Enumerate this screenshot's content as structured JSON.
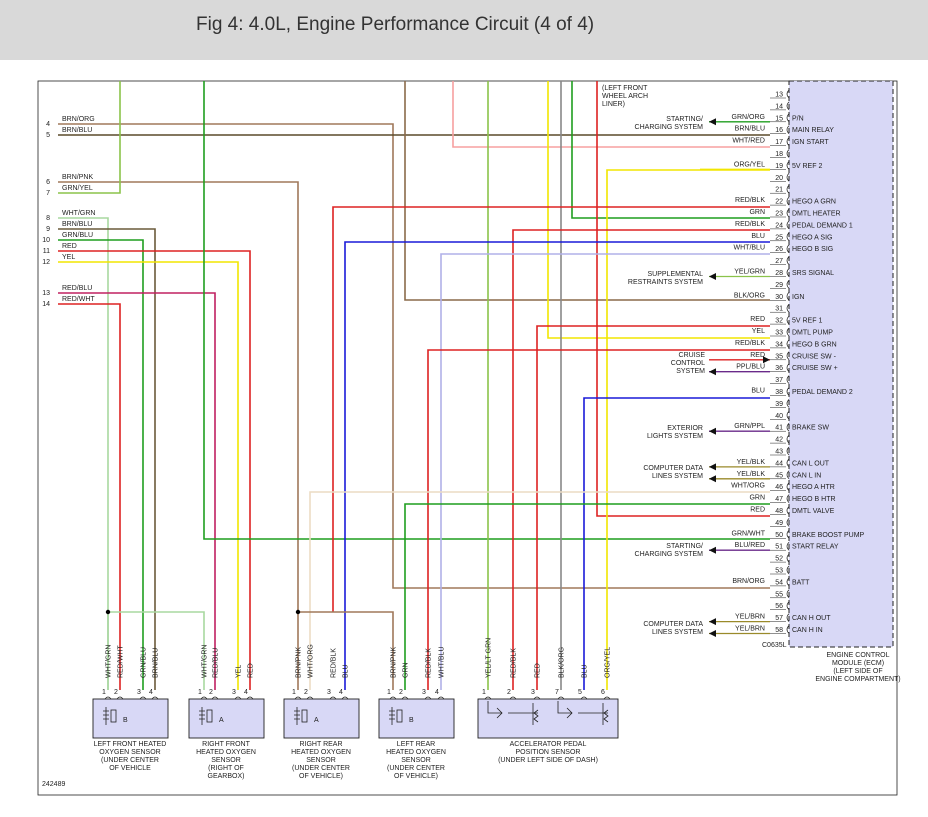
{
  "title": "Fig 4: 4.0L, Engine Performance Circuit (4 of 4)",
  "figure_id": "242489",
  "ecm": {
    "connector_id": "C0635L",
    "labels": [
      "ENGINE CONTROL",
      "MODULE (ECM)",
      "(LEFT SIDE OF",
      "ENGINE COMPARTMENT)"
    ],
    "pins": [
      {
        "num": "13",
        "color": "",
        "func": ""
      },
      {
        "num": "14",
        "color": "",
        "func": ""
      },
      {
        "num": "15",
        "color": "GRN/ORG",
        "func": "P/N"
      },
      {
        "num": "16",
        "color": "BRN/BLU",
        "func": "MAIN RELAY"
      },
      {
        "num": "17",
        "color": "WHT/RED",
        "func": "IGN START"
      },
      {
        "num": "18",
        "color": "",
        "func": ""
      },
      {
        "num": "19",
        "color": "ORG/YEL",
        "func": "5V REF 2"
      },
      {
        "num": "20",
        "color": "",
        "func": ""
      },
      {
        "num": "21",
        "color": "",
        "func": ""
      },
      {
        "num": "22",
        "color": "RED/BLK",
        "func": "HEGO A GRN"
      },
      {
        "num": "23",
        "color": "GRN",
        "func": "DMTL HEATER"
      },
      {
        "num": "24",
        "color": "RED/BLK",
        "func": "PEDAL DEMAND 1"
      },
      {
        "num": "25",
        "color": "BLU",
        "func": "HEGO A SIG"
      },
      {
        "num": "26",
        "color": "WHT/BLU",
        "func": "HEGO B SIG"
      },
      {
        "num": "27",
        "color": "",
        "func": ""
      },
      {
        "num": "28",
        "color": "YEL/GRN",
        "func": "SRS SIGNAL"
      },
      {
        "num": "29",
        "color": "",
        "func": ""
      },
      {
        "num": "30",
        "color": "BLK/ORG",
        "func": "IGN"
      },
      {
        "num": "31",
        "color": "",
        "func": ""
      },
      {
        "num": "32",
        "color": "RED",
        "func": "5V REF 1"
      },
      {
        "num": "33",
        "color": "YEL",
        "func": "DMTL PUMP"
      },
      {
        "num": "34",
        "color": "RED/BLK",
        "func": "HEGO B GRN"
      },
      {
        "num": "35",
        "color": "RED",
        "func": "CRUISE SW -"
      },
      {
        "num": "36",
        "color": "PPL/BLU",
        "func": "CRUISE SW +"
      },
      {
        "num": "37",
        "color": "",
        "func": ""
      },
      {
        "num": "38",
        "color": "BLU",
        "func": "PEDAL DEMAND 2"
      },
      {
        "num": "39",
        "color": "",
        "func": ""
      },
      {
        "num": "40",
        "color": "",
        "func": ""
      },
      {
        "num": "41",
        "color": "GRN/PPL",
        "func": "BRAKE SW"
      },
      {
        "num": "42",
        "color": "",
        "func": ""
      },
      {
        "num": "43",
        "color": "",
        "func": ""
      },
      {
        "num": "44",
        "color": "YEL/BLK",
        "func": "CAN L OUT"
      },
      {
        "num": "45",
        "color": "YEL/BLK",
        "func": "CAN L IN"
      },
      {
        "num": "46",
        "color": "WHT/ORG",
        "func": "HEGO A HTR"
      },
      {
        "num": "47",
        "color": "GRN",
        "func": "HEGO B HTR"
      },
      {
        "num": "48",
        "color": "RED",
        "func": "DMTL VALVE"
      },
      {
        "num": "49",
        "color": "",
        "func": ""
      },
      {
        "num": "50",
        "color": "GRN/WHT",
        "func": "BRAKE BOOST PUMP"
      },
      {
        "num": "51",
        "color": "BLU/RED",
        "func": "START RELAY"
      },
      {
        "num": "52",
        "color": "",
        "func": ""
      },
      {
        "num": "53",
        "color": "",
        "func": ""
      },
      {
        "num": "54",
        "color": "BRN/ORG",
        "func": "BATT"
      },
      {
        "num": "55",
        "color": "",
        "func": ""
      },
      {
        "num": "56",
        "color": "",
        "func": ""
      },
      {
        "num": "57",
        "color": "YEL/BRN",
        "func": "CAN H OUT"
      },
      {
        "num": "58",
        "color": "YEL/BRN",
        "func": "CAN H IN"
      }
    ]
  },
  "left_wires": [
    {
      "num": "4",
      "color": "BRN/ORG"
    },
    {
      "num": "5",
      "color": "BRN/BLU"
    },
    {
      "num": "6",
      "color": "BRN/PNK"
    },
    {
      "num": "7",
      "color": "GRN/YEL"
    },
    {
      "num": "8",
      "color": "WHT/GRN"
    },
    {
      "num": "9",
      "color": "BRN/BLU"
    },
    {
      "num": "10",
      "color": "GRN/BLU"
    },
    {
      "num": "11",
      "color": "RED"
    },
    {
      "num": "12",
      "color": "YEL"
    },
    {
      "num": "13",
      "color": "RED/BLU"
    },
    {
      "num": "14",
      "color": "RED/WHT"
    }
  ],
  "external_systems": [
    {
      "id": "starting_charging_1",
      "lines": [
        "STARTING/",
        "CHARGING SYSTEM"
      ]
    },
    {
      "id": "srs",
      "lines": [
        "SUPPLEMENTAL",
        "RESTRAINTS SYSTEM"
      ]
    },
    {
      "id": "cruise",
      "lines": [
        "CRUISE",
        "CONTROL",
        "SYSTEM"
      ]
    },
    {
      "id": "exterior",
      "lines": [
        "EXTERIOR",
        "LIGHTS SYSTEM"
      ]
    },
    {
      "id": "data_1",
      "lines": [
        "COMPUTER DATA",
        "LINES SYSTEM"
      ]
    },
    {
      "id": "starting_charging_2",
      "lines": [
        "STARTING/",
        "CHARGING SYSTEM"
      ]
    },
    {
      "id": "data_2",
      "lines": [
        "COMPUTER DATA",
        "LINES SYSTEM"
      ]
    }
  ],
  "wheel_arch_note": [
    "(LEFT FRONT",
    "WHEEL ARCH",
    "LINER)"
  ],
  "components": [
    {
      "id": "left_front_o2",
      "letter": "B",
      "wires": [
        "WHT/GRN",
        "RED/WHT",
        "GRN/BLU",
        "BRN/BLU"
      ],
      "pins": [
        "1",
        "2",
        "3",
        "4"
      ],
      "labels": [
        "LEFT FRONT HEATED",
        "OXYGEN SENSOR",
        "(UNDER CENTER",
        "OF VEHICLE"
      ]
    },
    {
      "id": "right_front_o2",
      "letter": "A",
      "wires": [
        "WHT/GRN",
        "RED/BLU",
        "YEL",
        "RED"
      ],
      "pins": [
        "1",
        "2",
        "3",
        "4"
      ],
      "labels": [
        "RIGHT FRONT",
        "HEATED OXYGEN",
        "SENSOR",
        "(RIGHT OF",
        "GEARBOX)"
      ]
    },
    {
      "id": "right_rear_o2",
      "letter": "A",
      "wires": [
        "BRN/PNK",
        "WHT/ORG",
        "RED/BLK",
        "BLU"
      ],
      "pins": [
        "1",
        "2",
        "3",
        "4"
      ],
      "labels": [
        "RIGHT REAR",
        "HEATED OXYGEN",
        "SENSOR",
        "(UNDER CENTER",
        "OF VEHICLE)"
      ]
    },
    {
      "id": "left_rear_o2",
      "letter": "B",
      "wires": [
        "BRN/PNK",
        "GRN",
        "RED/BLK",
        "WHT/BLU"
      ],
      "pins": [
        "1",
        "2",
        "3",
        "4"
      ],
      "labels": [
        "LEFT REAR",
        "HEATED OXYGEN",
        "SENSOR",
        "(UNDER CENTER",
        "OF VEHICLE)"
      ]
    },
    {
      "id": "pedal_sensor",
      "letter": "",
      "wires": [
        "YEL/LT GRN",
        "RED/BLK",
        "RED",
        "BLK/ORG",
        "BLU",
        "ORG/YEL"
      ],
      "pins": [
        "1",
        "2",
        "3",
        "7",
        "5",
        "6"
      ],
      "labels": [
        "ACCELERATOR PEDAL",
        "POSITION SENSOR",
        "(UNDER LEFT SIDE OF DASH)"
      ]
    }
  ],
  "colors": {
    "brn": "#a0785a",
    "grn": "#1f9e1f",
    "grn_yel": "#8bc34a",
    "red": "#dd2222",
    "yel": "#f2e600",
    "blu": "#1a1ad8",
    "wht_blu": "#b0b0e8",
    "wht_grn": "#a8d8a0",
    "wht_red": "#f7a0a0",
    "wht_org": "#ecdcc4",
    "red_blu": "#c02060",
    "purple": "#6a2a8a",
    "gray": "#888888",
    "olive": "#9a8a2a",
    "ecm_fill": "#d8d8f6"
  }
}
